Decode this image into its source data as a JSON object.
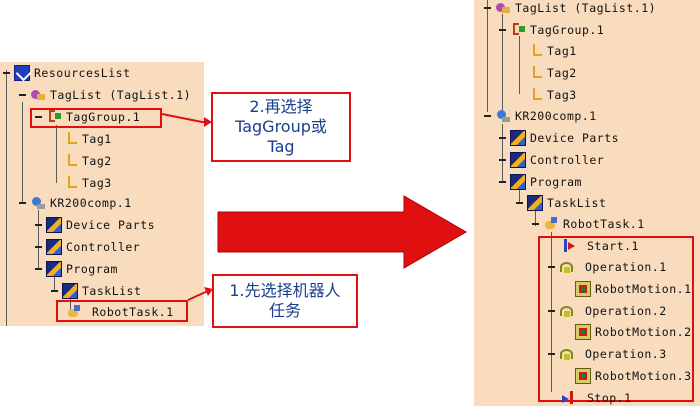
{
  "colors": {
    "panel": "#f9dcbe",
    "highlight": "#e01010",
    "callout_text": "#1a3f8c",
    "arrow": "#e01010"
  },
  "left_tree": {
    "resources_list": "ResourcesList",
    "tag_list": "TagList (TagList.1)",
    "tag_group": "TagGroup.1",
    "tags": [
      "Tag1",
      "Tag2",
      "Tag3"
    ],
    "robot": "KR200comp.1",
    "device_parts": "Device Parts",
    "controller": "Controller",
    "program": "Program",
    "task_list": "TaskList",
    "robot_task": "RobotTask.1"
  },
  "callouts": {
    "step2_lines": [
      "2.再选择",
      "TagGroup或",
      "Tag"
    ],
    "step1_lines": [
      "1.先选择机器人",
      "任务"
    ]
  },
  "right_tree": {
    "tag_list": "TagList (TagList.1)",
    "tag_group": "TagGroup.1",
    "tags": [
      "Tag1",
      "Tag2",
      "Tag3"
    ],
    "robot": "KR200comp.1",
    "device_parts": "Device Parts",
    "controller": "Controller",
    "program": "Program",
    "task_list": "TaskList",
    "robot_task": "RobotTask.1",
    "start": "Start.1",
    "operations": [
      {
        "op": "Operation.1",
        "motion": "RobotMotion.1"
      },
      {
        "op": "Operation.2",
        "motion": "RobotMotion.2"
      },
      {
        "op": "Operation.3",
        "motion": "RobotMotion.3"
      }
    ],
    "stop": "Stop.1"
  }
}
